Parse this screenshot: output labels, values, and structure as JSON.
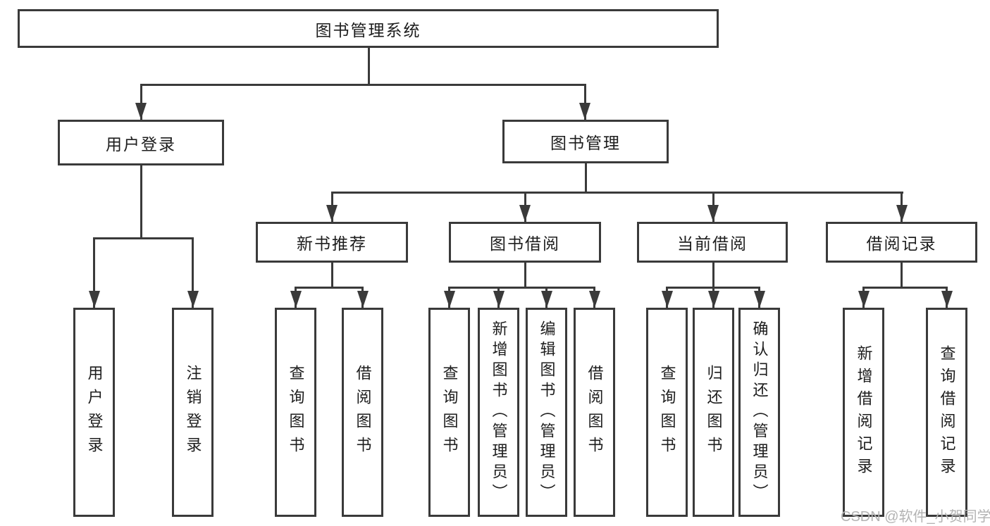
{
  "tree": {
    "label": "图书管理系统",
    "children": [
      {
        "label": "用户登录",
        "children": [
          {
            "label": "用户登录"
          },
          {
            "label": "注销登录"
          }
        ]
      },
      {
        "label": "图书管理",
        "children": [
          {
            "label": "新书推荐",
            "children": [
              {
                "label": "查询图书"
              },
              {
                "label": "借阅图书"
              }
            ]
          },
          {
            "label": "图书借阅",
            "children": [
              {
                "label": "查询图书"
              },
              {
                "label": "新增图书（管理员）"
              },
              {
                "label": "编辑图书（管理员）"
              },
              {
                "label": "借阅图书"
              }
            ]
          },
          {
            "label": "当前借阅",
            "children": [
              {
                "label": "查询图书"
              },
              {
                "label": "归还图书"
              },
              {
                "label": "确认归还（管理员）"
              }
            ]
          },
          {
            "label": "借阅记录",
            "children": [
              {
                "label": "新增借阅记录"
              },
              {
                "label": "查询借阅记录"
              }
            ]
          }
        ]
      }
    ]
  },
  "watermark": {
    "text": "CSDN @软件_小贺同学"
  },
  "colors": {
    "line": "#3a3a3a",
    "text": "#1d1d1d",
    "background": "#ffffff",
    "watermark": "#b3b3b3"
  }
}
